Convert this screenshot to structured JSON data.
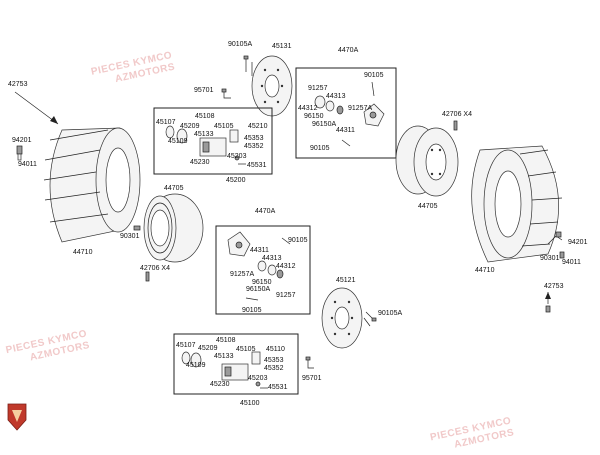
{
  "watermark": {
    "line1": "PIECES KYMCO",
    "line2": "AZMOTORS"
  },
  "labels": {
    "tire_left": "42753",
    "tire_left_valve_a": "94201",
    "tire_left_valve_b": "94011",
    "tire_left_part": "44710",
    "rim_left_part": "44705",
    "rim_left_valve": "90301",
    "rim_left_bolts": "42706 X4",
    "disc_top_bolt": "90105A",
    "disc_top": "45131",
    "disc_top_bracket": "95701",
    "caliper_top_assy": "45200",
    "caliper_top_a": "45107",
    "caliper_top_b": "45108",
    "caliper_top_c": "45209",
    "caliper_top_d": "45105",
    "caliper_top_e": "45210",
    "caliper_top_f": "45133",
    "caliper_top_g": "45109",
    "caliper_top_h": "45353",
    "caliper_top_i": "45352",
    "caliper_top_j": "45203",
    "caliper_top_k": "45230",
    "caliper_top_l": "45531",
    "hub_top_assy": "4470A",
    "hub_top_a": "90105",
    "hub_top_b": "91257",
    "hub_top_c": "44313",
    "hub_top_d": "44312",
    "hub_top_e": "96150",
    "hub_top_f": "91257A",
    "hub_top_g": "96150A",
    "hub_top_h": "44311",
    "hub_top_i": "90105",
    "hub_mid_assy": "4470A",
    "hub_mid_a": "44311",
    "hub_mid_b": "90105",
    "hub_mid_c": "44313",
    "hub_mid_d": "91257A",
    "hub_mid_e": "44312",
    "hub_mid_f": "96150",
    "hub_mid_g": "96150A",
    "hub_mid_h": "91257",
    "hub_mid_i": "90105",
    "rim_right_bolts": "42706 X4",
    "rim_right_part": "44705",
    "tire_right_part": "44710",
    "tire_right_valve_a": "94201",
    "tire_right_valve_b": "90301",
    "tire_right_valve_c": "94011",
    "tire_right": "42753",
    "disc_bot": "45121",
    "disc_bot_bolt": "90105A",
    "caliper_bot_assy": "45100",
    "caliper_bot_a": "45107",
    "caliper_bot_b": "45108",
    "caliper_bot_c": "45209",
    "caliper_bot_d": "45105",
    "caliper_bot_e": "45110",
    "caliper_bot_f": "45133",
    "caliper_bot_g": "45109",
    "caliper_bot_h": "45353",
    "caliper_bot_i": "45352",
    "caliper_bot_j": "45203",
    "caliper_bot_k": "45230",
    "caliper_bot_l": "45531",
    "caliper_bot_bracket": "95701"
  }
}
